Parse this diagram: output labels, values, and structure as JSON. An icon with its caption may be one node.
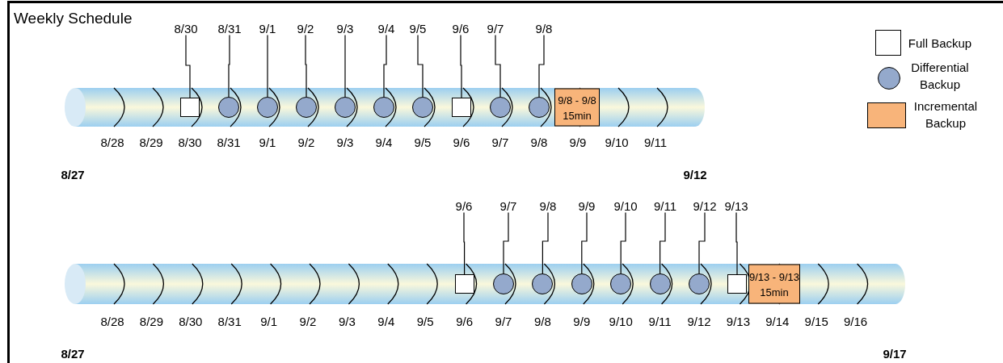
{
  "diagram": {
    "title": "Weekly Schedule",
    "nodes": [
      {
        "text": [
          "8/30"
        ]
      },
      {
        "text": [
          "8/31"
        ]
      },
      {
        "text": [
          "9/1"
        ]
      },
      {
        "text": [
          "9/2"
        ]
      },
      {
        "text": [
          "9/3"
        ]
      },
      {
        "text": [
          "9/4"
        ]
      },
      {
        "text": [
          "9/5"
        ]
      },
      {
        "text": [
          "9/6"
        ]
      },
      {
        "text": [
          "9/7"
        ]
      },
      {
        "text": [
          "9/8"
        ]
      },
      {
        "text": [],
        "shape": "box"
      },
      {
        "text": [],
        "shape": "circle"
      },
      {
        "text": [],
        "shape": "circle"
      },
      {
        "text": [],
        "shape": "circle"
      },
      {
        "text": [],
        "shape": "circle"
      },
      {
        "text": [],
        "shape": "circle"
      },
      {
        "text": [],
        "shape": "circle"
      },
      {
        "text": [],
        "shape": "box"
      },
      {
        "text": [],
        "shape": "circle"
      },
      {
        "text": [],
        "shape": "circle"
      },
      {
        "text": [
          "9/8 - 9/8",
          "15min"
        ]
      },
      {
        "text": [
          "9/6"
        ]
      },
      {
        "text": [
          "9/7"
        ]
      },
      {
        "text": [
          "9/8"
        ]
      },
      {
        "text": [
          "9/9"
        ]
      },
      {
        "text": [
          "9/10"
        ]
      },
      {
        "text": [
          "9/11"
        ]
      },
      {
        "text": [
          "9/12"
        ]
      },
      {
        "text": [
          "9/13"
        ]
      },
      {
        "text": [],
        "shape": "box"
      },
      {
        "text": [],
        "shape": "circle"
      },
      {
        "text": [],
        "shape": "circle"
      },
      {
        "text": [],
        "shape": "circle"
      },
      {
        "text": [],
        "shape": "circle"
      },
      {
        "text": [],
        "shape": "circle"
      },
      {
        "text": [],
        "shape": "circle"
      },
      {
        "text": [],
        "shape": "box"
      },
      {
        "text": [
          "9/13 - 9/13",
          "15min"
        ]
      }
    ],
    "edges": [
      {
        "from": 0,
        "to": 10,
        "arrow": "none"
      },
      {
        "from": 1,
        "to": 11,
        "arrow": "none"
      },
      {
        "from": 2,
        "to": 12,
        "arrow": "none"
      },
      {
        "from": 3,
        "to": 13,
        "arrow": "none"
      },
      {
        "from": 4,
        "to": 14,
        "arrow": "none"
      },
      {
        "from": 5,
        "to": 15,
        "arrow": "none"
      },
      {
        "from": 6,
        "to": 16,
        "arrow": "none"
      },
      {
        "from": 7,
        "to": 17,
        "arrow": "none"
      },
      {
        "from": 8,
        "to": 18,
        "arrow": "none"
      },
      {
        "from": 9,
        "to": 19,
        "arrow": "none"
      },
      {
        "from": 21,
        "to": 29,
        "arrow": "none"
      },
      {
        "from": 22,
        "to": 30,
        "arrow": "none"
      },
      {
        "from": 23,
        "to": 31,
        "arrow": "none"
      },
      {
        "from": 24,
        "to": 32,
        "arrow": "none"
      },
      {
        "from": 25,
        "to": 33,
        "arrow": "none"
      },
      {
        "from": 26,
        "to": 34,
        "arrow": "none"
      },
      {
        "from": 27,
        "to": 35,
        "arrow": "none"
      },
      {
        "from": 28,
        "to": 36,
        "arrow": "none"
      }
    ],
    "labels": [
      "8/28",
      "8/29",
      "8/30",
      "8/31",
      "9/1",
      "9/2",
      "9/3",
      "9/4",
      "9/5",
      "9/6",
      "9/7",
      "9/8",
      "9/9",
      "9/10",
      "9/11",
      "8/27",
      "9/12",
      "8/28",
      "8/29",
      "8/30",
      "8/31",
      "9/1",
      "9/2",
      "9/3",
      "9/4",
      "9/5",
      "9/6",
      "9/7",
      "9/8",
      "9/9",
      "9/10",
      "9/11",
      "9/12",
      "9/13",
      "9/14",
      "9/15",
      "9/16",
      "8/27",
      "9/17"
    ],
    "legend": [
      {
        "text": "Full Backup",
        "color": "#ffffff"
      },
      {
        "text": "Differential Backup",
        "color": "#94a9cc"
      },
      {
        "text": "Incremental Backup",
        "color": "#f8b47a"
      }
    ]
  }
}
